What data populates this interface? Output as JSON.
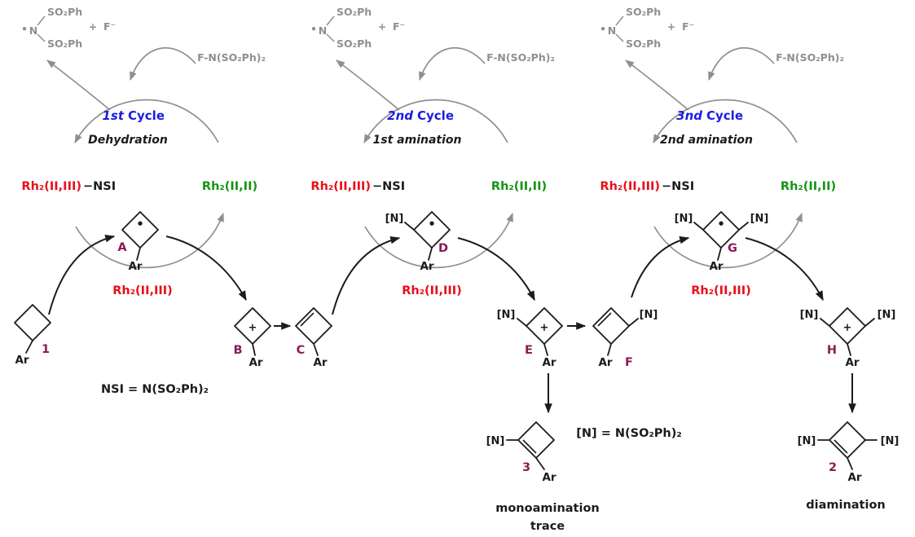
{
  "colors": {
    "blue": "#1c1ce0",
    "red": "#e8101a",
    "green": "#149414",
    "maroon": "#8c1a56",
    "gray": "#8f8f8f",
    "black": "#1c1c1c"
  },
  "cycles": [
    {
      "title_num": "1st",
      "title_word": "Cycle",
      "subtitle": "Dehydration",
      "radical": {
        "dot": "•",
        "n": "N",
        "top": "SO₂Ph",
        "bottom": "SO₂Ph",
        "plus": "+",
        "fluoride": "F⁻"
      },
      "reagent": "F-N(SO₂Ph)₂",
      "cat_left_red": "Rh₂(II,III)",
      "cat_left_black": "−NSI",
      "cat_right": "Rh₂(II,II)",
      "cat_bottom": "Rh₂(II,III)"
    },
    {
      "title_num": "2nd",
      "title_word": "Cycle",
      "subtitle": "1st amination",
      "radical": {
        "dot": "•",
        "n": "N",
        "top": "SO₂Ph",
        "bottom": "SO₂Ph",
        "plus": "+",
        "fluoride": "F⁻"
      },
      "reagent": "F-N(SO₂Ph)₂",
      "cat_left_red": "Rh₂(II,III)",
      "cat_left_black": "−NSI",
      "cat_right": "Rh₂(II,II)",
      "cat_bottom": "Rh₂(II,III)"
    },
    {
      "title_num": "3nd",
      "title_word": "Cycle",
      "subtitle": "2nd amination",
      "radical": {
        "dot": "•",
        "n": "N",
        "top": "SO₂Ph",
        "bottom": "SO₂Ph",
        "plus": "+",
        "fluoride": "F⁻"
      },
      "reagent": "F-N(SO₂Ph)₂",
      "cat_left_red": "Rh₂(II,III)",
      "cat_left_black": "−NSI",
      "cat_right": "Rh₂(II,II)",
      "cat_bottom": "Rh₂(II,III)"
    }
  ],
  "species": {
    "s1": {
      "label": "1",
      "ar": "Ar"
    },
    "A": {
      "label": "A",
      "ar": "Ar",
      "dot": "•"
    },
    "B": {
      "label": "B",
      "ar": "Ar",
      "charge": "+"
    },
    "C": {
      "label": "C",
      "ar": "Ar"
    },
    "D": {
      "label": "D",
      "ar": "Ar",
      "dot": "•",
      "n": "[N]"
    },
    "E": {
      "label": "E",
      "ar": "Ar",
      "charge": "+",
      "n": "[N]"
    },
    "F": {
      "label": "F",
      "ar": "Ar",
      "n": "[N]"
    },
    "G": {
      "label": "G",
      "ar": "Ar",
      "dot": "•",
      "n_left": "[N]",
      "n_right": "[N]"
    },
    "H": {
      "label": "H",
      "ar": "Ar",
      "charge": "+",
      "n_left": "[N]",
      "n_right": "[N]"
    },
    "p3": {
      "label": "3",
      "ar": "Ar",
      "n": "[N]"
    },
    "p2": {
      "label": "2",
      "ar": "Ar",
      "n_left": "[N]",
      "n_right": "[N]"
    }
  },
  "notes": {
    "nsi_def": "NSI = N(SO₂Ph)₂",
    "n_def": "[N] = N(SO₂Ph)₂",
    "mono_line1": "monoamination",
    "mono_line2": "trace",
    "diamination": "diamination"
  }
}
